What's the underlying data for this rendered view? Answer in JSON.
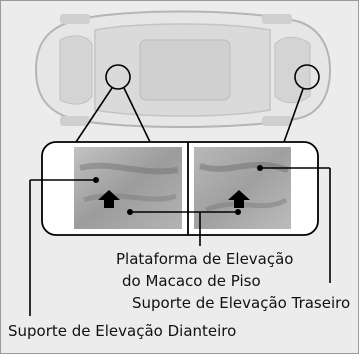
{
  "labels": {
    "floor_jack_platform_line1": "Plataforma de Elevação",
    "floor_jack_platform_line2": "do Macaco de Piso",
    "rear_lift_support": "Suporte de Elevação Traseiro",
    "front_lift_support": "Suporte de Elevação Dianteiro"
  },
  "colors": {
    "background": "#ececec",
    "car_outline": "#c9c9c9",
    "photo_bg": "#a6a6a6",
    "leader_line": "#000000",
    "arrow": "#000000"
  },
  "icons": {
    "front_arrow": "up-arrow-icon",
    "rear_arrow": "up-arrow-icon"
  }
}
